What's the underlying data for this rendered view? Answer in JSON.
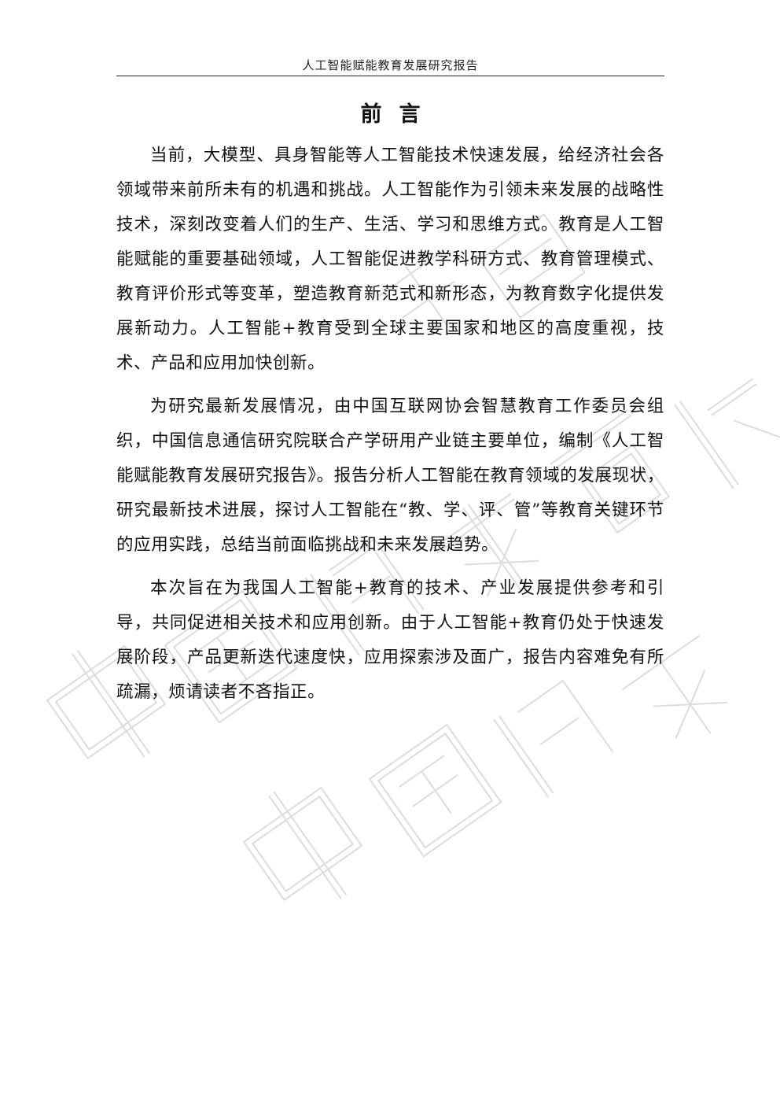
{
  "header": {
    "running_title": "人工智能赋能教育发展研究报告"
  },
  "title": "前言",
  "paragraphs": [
    "当前，大模型、具身智能等人工智能技术快速发展，给经济社会各领域带来前所未有的机遇和挑战。人工智能作为引领未来发展的战略性技术，深刻改变着人们的生产、生活、学习和思维方式。教育是人工智能赋能的重要基础领域，人工智能促进教学科研方式、教育管理模式、教育评价形式等变革，塑造教育新范式和新形态，为教育数字化提供发展新动力。人工智能+教育受到全球主要国家和地区的高度重视，技术、产品和应用加快创新。",
    "为研究最新发展情况，由中国互联网协会智慧教育工作委员会组织，中国信息通信研究院联合产学研用产业链主要单位，编制《人工智能赋能教育发展研究报告》。报告分析人工智能在教育领域的发展现状，研究最新技术进展，探讨人工智能在“教、学、评、管”等教育关键环节的应用实践，总结当前面临挑战和未来发展趋势。",
    "本次旨在为我国人工智能+教育的技术、产业发展提供参考和引导，共同促进相关技术和应用创新。由于人工智能+教育仍处于快速发展阶段，产品更新迭代速度快，应用探索涉及面广，报告内容难免有所疏漏，烦请读者不吝指正。"
  ],
  "watermark": {
    "color": "#d9d9d9"
  }
}
